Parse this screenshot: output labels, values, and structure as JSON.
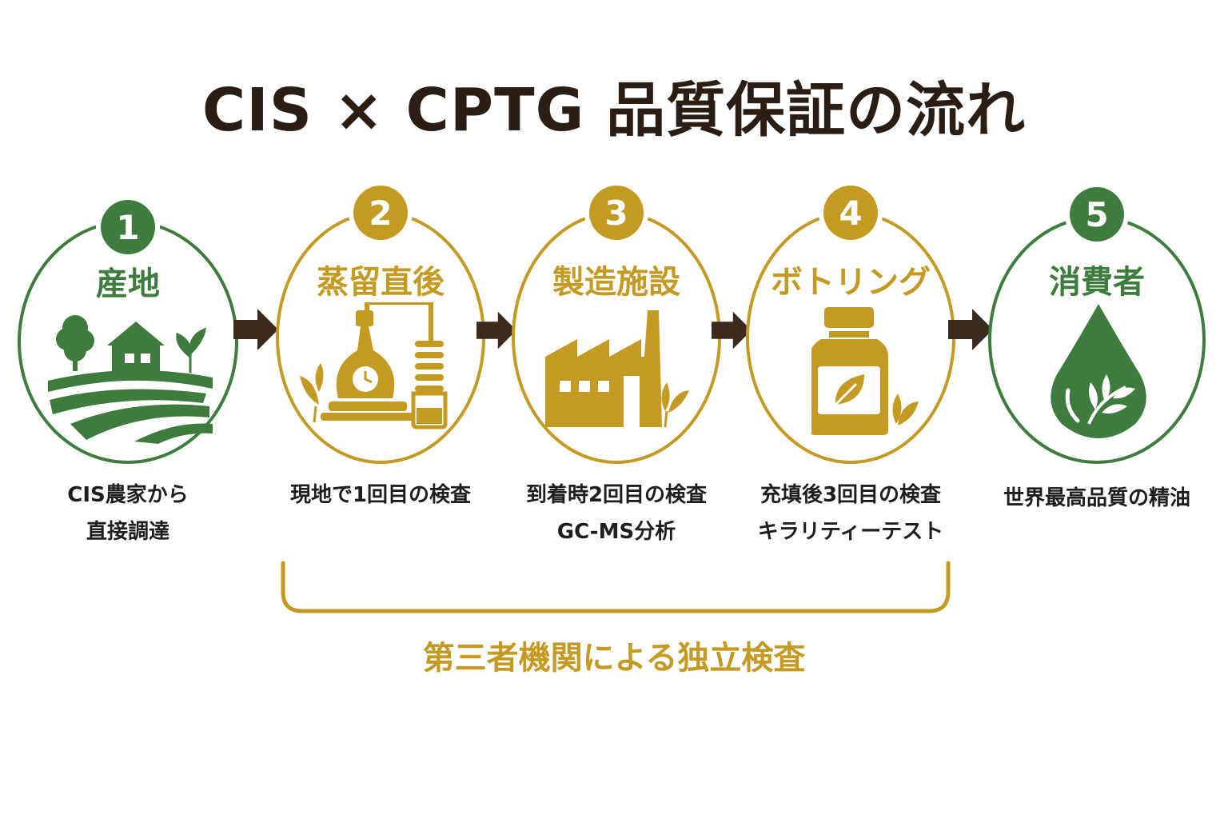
{
  "title": "CIS × CPTG 品質保証の流れ",
  "colors": {
    "green": "#3d7c3d",
    "gold": "#c49a22",
    "arrow": "#3b2a1e",
    "text": "#1e1e1e"
  },
  "steps": [
    {
      "number": "1",
      "title": "産地",
      "desc_lines": [
        "CIS農家から",
        "直接調達"
      ],
      "icon": "farm-icon"
    },
    {
      "number": "2",
      "title": "蒸留直後",
      "desc_lines": [
        "現地で1回目の検査"
      ],
      "icon": "distiller-icon"
    },
    {
      "number": "3",
      "title": "製造施設",
      "desc_lines": [
        "到着時2回目の検査",
        "GC-MS分析"
      ],
      "icon": "factory-icon"
    },
    {
      "number": "4",
      "title": "ボトリング",
      "desc_lines": [
        "充填後3回目の検査",
        "キラリティーテスト"
      ],
      "icon": "bottle-icon"
    },
    {
      "number": "5",
      "title": "消費者",
      "desc_lines": [
        "世界最高品質の精油"
      ],
      "icon": "oil-drop-icon"
    }
  ],
  "bracket_label": "第三者機関による独立検査"
}
